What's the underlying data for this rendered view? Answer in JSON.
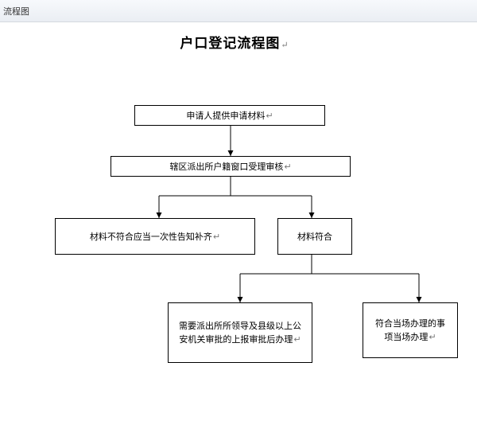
{
  "tab": {
    "label": "流程图"
  },
  "title": "户口登记流程图",
  "para_mark": "↵",
  "nodes": {
    "apply": "申请人提供申请材料",
    "review": "辖区派出所户籍窗口受理审核",
    "not_ok": "材料不符合应当一次性告知补齐",
    "ok": "材料符合",
    "higher_approval": "需要派出所所领导及县级以上公安机关审批的上报审批后办理",
    "on_site": "符合当场办理的事项当场办理"
  }
}
